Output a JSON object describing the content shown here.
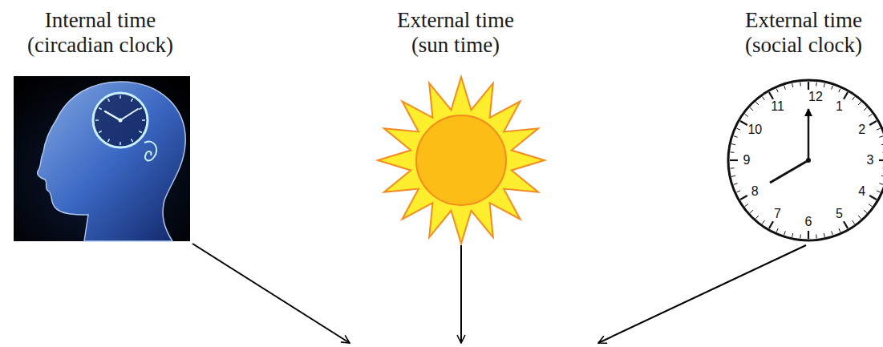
{
  "diagram": {
    "labels": [
      "Internal time (circadian clock)",
      "External time (sun time)",
      "External time (social clock)",
      "12",
      "1",
      "2",
      "3",
      "4",
      "5",
      "6",
      "7",
      "8",
      "9",
      "10",
      "11"
    ]
  }
}
